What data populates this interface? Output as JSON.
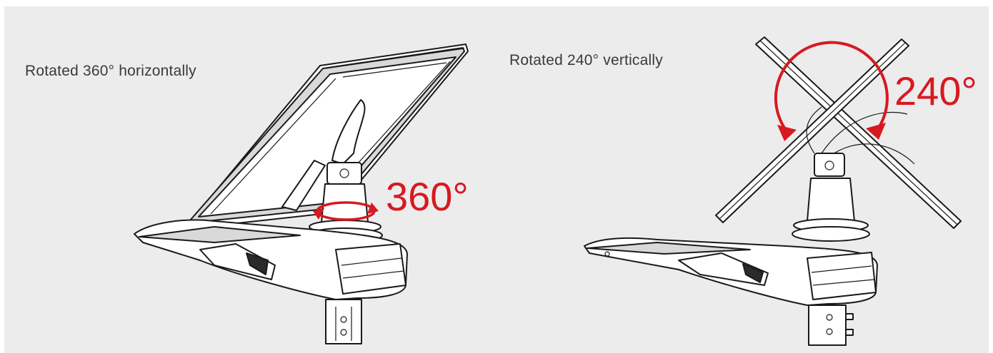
{
  "left_panel": {
    "caption": "Rotated 360°  horizontally",
    "angle_label": "360°"
  },
  "right_panel": {
    "caption": "Rotated 240°  vertically",
    "angle_label": "240°"
  },
  "colors": {
    "accent": "#d71920",
    "background": "#ececec",
    "line": "#1a1a1a"
  }
}
